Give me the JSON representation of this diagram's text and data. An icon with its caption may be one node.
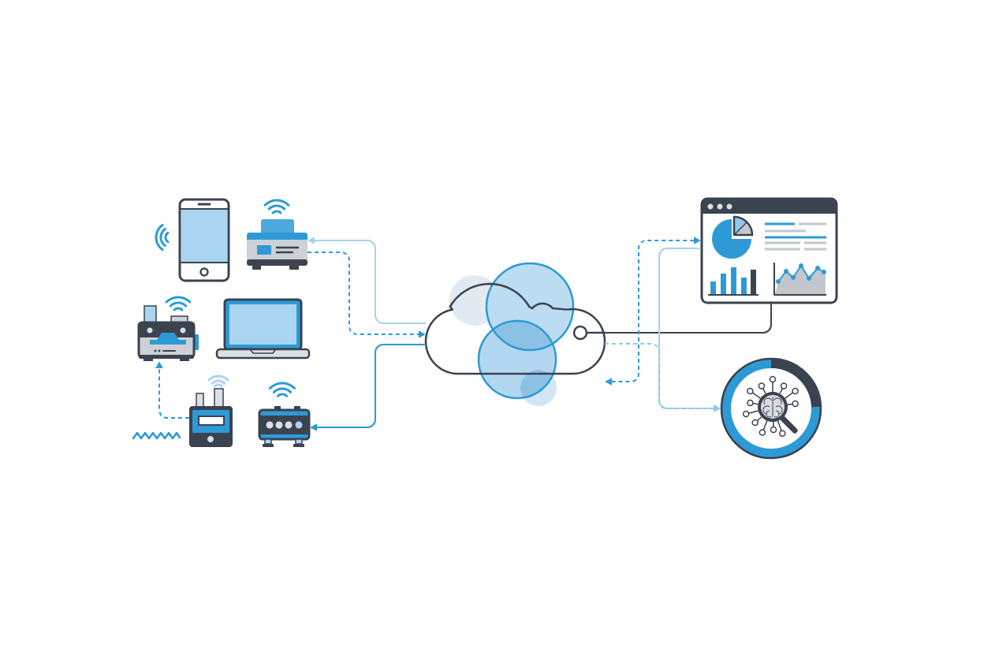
{
  "diagram": {
    "nodes": [
      {
        "text": [],
        "shape": "picture"
      },
      {
        "text": [],
        "shape": "picture"
      },
      {
        "text": [],
        "shape": "picture"
      },
      {
        "text": [],
        "shape": "picture"
      },
      {
        "text": [],
        "shape": "picture"
      },
      {
        "text": [],
        "shape": "picture"
      },
      {
        "text": [],
        "shape": "cloud"
      },
      {
        "text": [],
        "shape": "picture"
      },
      {
        "text": [],
        "shape": "picture"
      }
    ],
    "edges": [
      {
        "from": 6,
        "to": 1,
        "arrow": "to",
        "color": "#a9d1e9"
      },
      {
        "from": 1,
        "to": 6,
        "arrow": "to",
        "style": "dashed"
      },
      {
        "from": 6,
        "to": 5,
        "arrow": "to"
      },
      {
        "from": 4,
        "to": 2,
        "arrow": "to",
        "style": "dashed"
      },
      {
        "from": 6,
        "to": 7,
        "arrow": "none",
        "color": "#3b4250"
      },
      {
        "from": 6,
        "to": 7,
        "arrow": "both",
        "style": "dashed"
      },
      {
        "from": 7,
        "to": 8,
        "arrow": "to",
        "color": "#a9d1e9"
      },
      {
        "from": 6,
        "to": 8,
        "arrow": "to",
        "style": "dashed",
        "color": "#8fc6e6"
      }
    ]
  }
}
